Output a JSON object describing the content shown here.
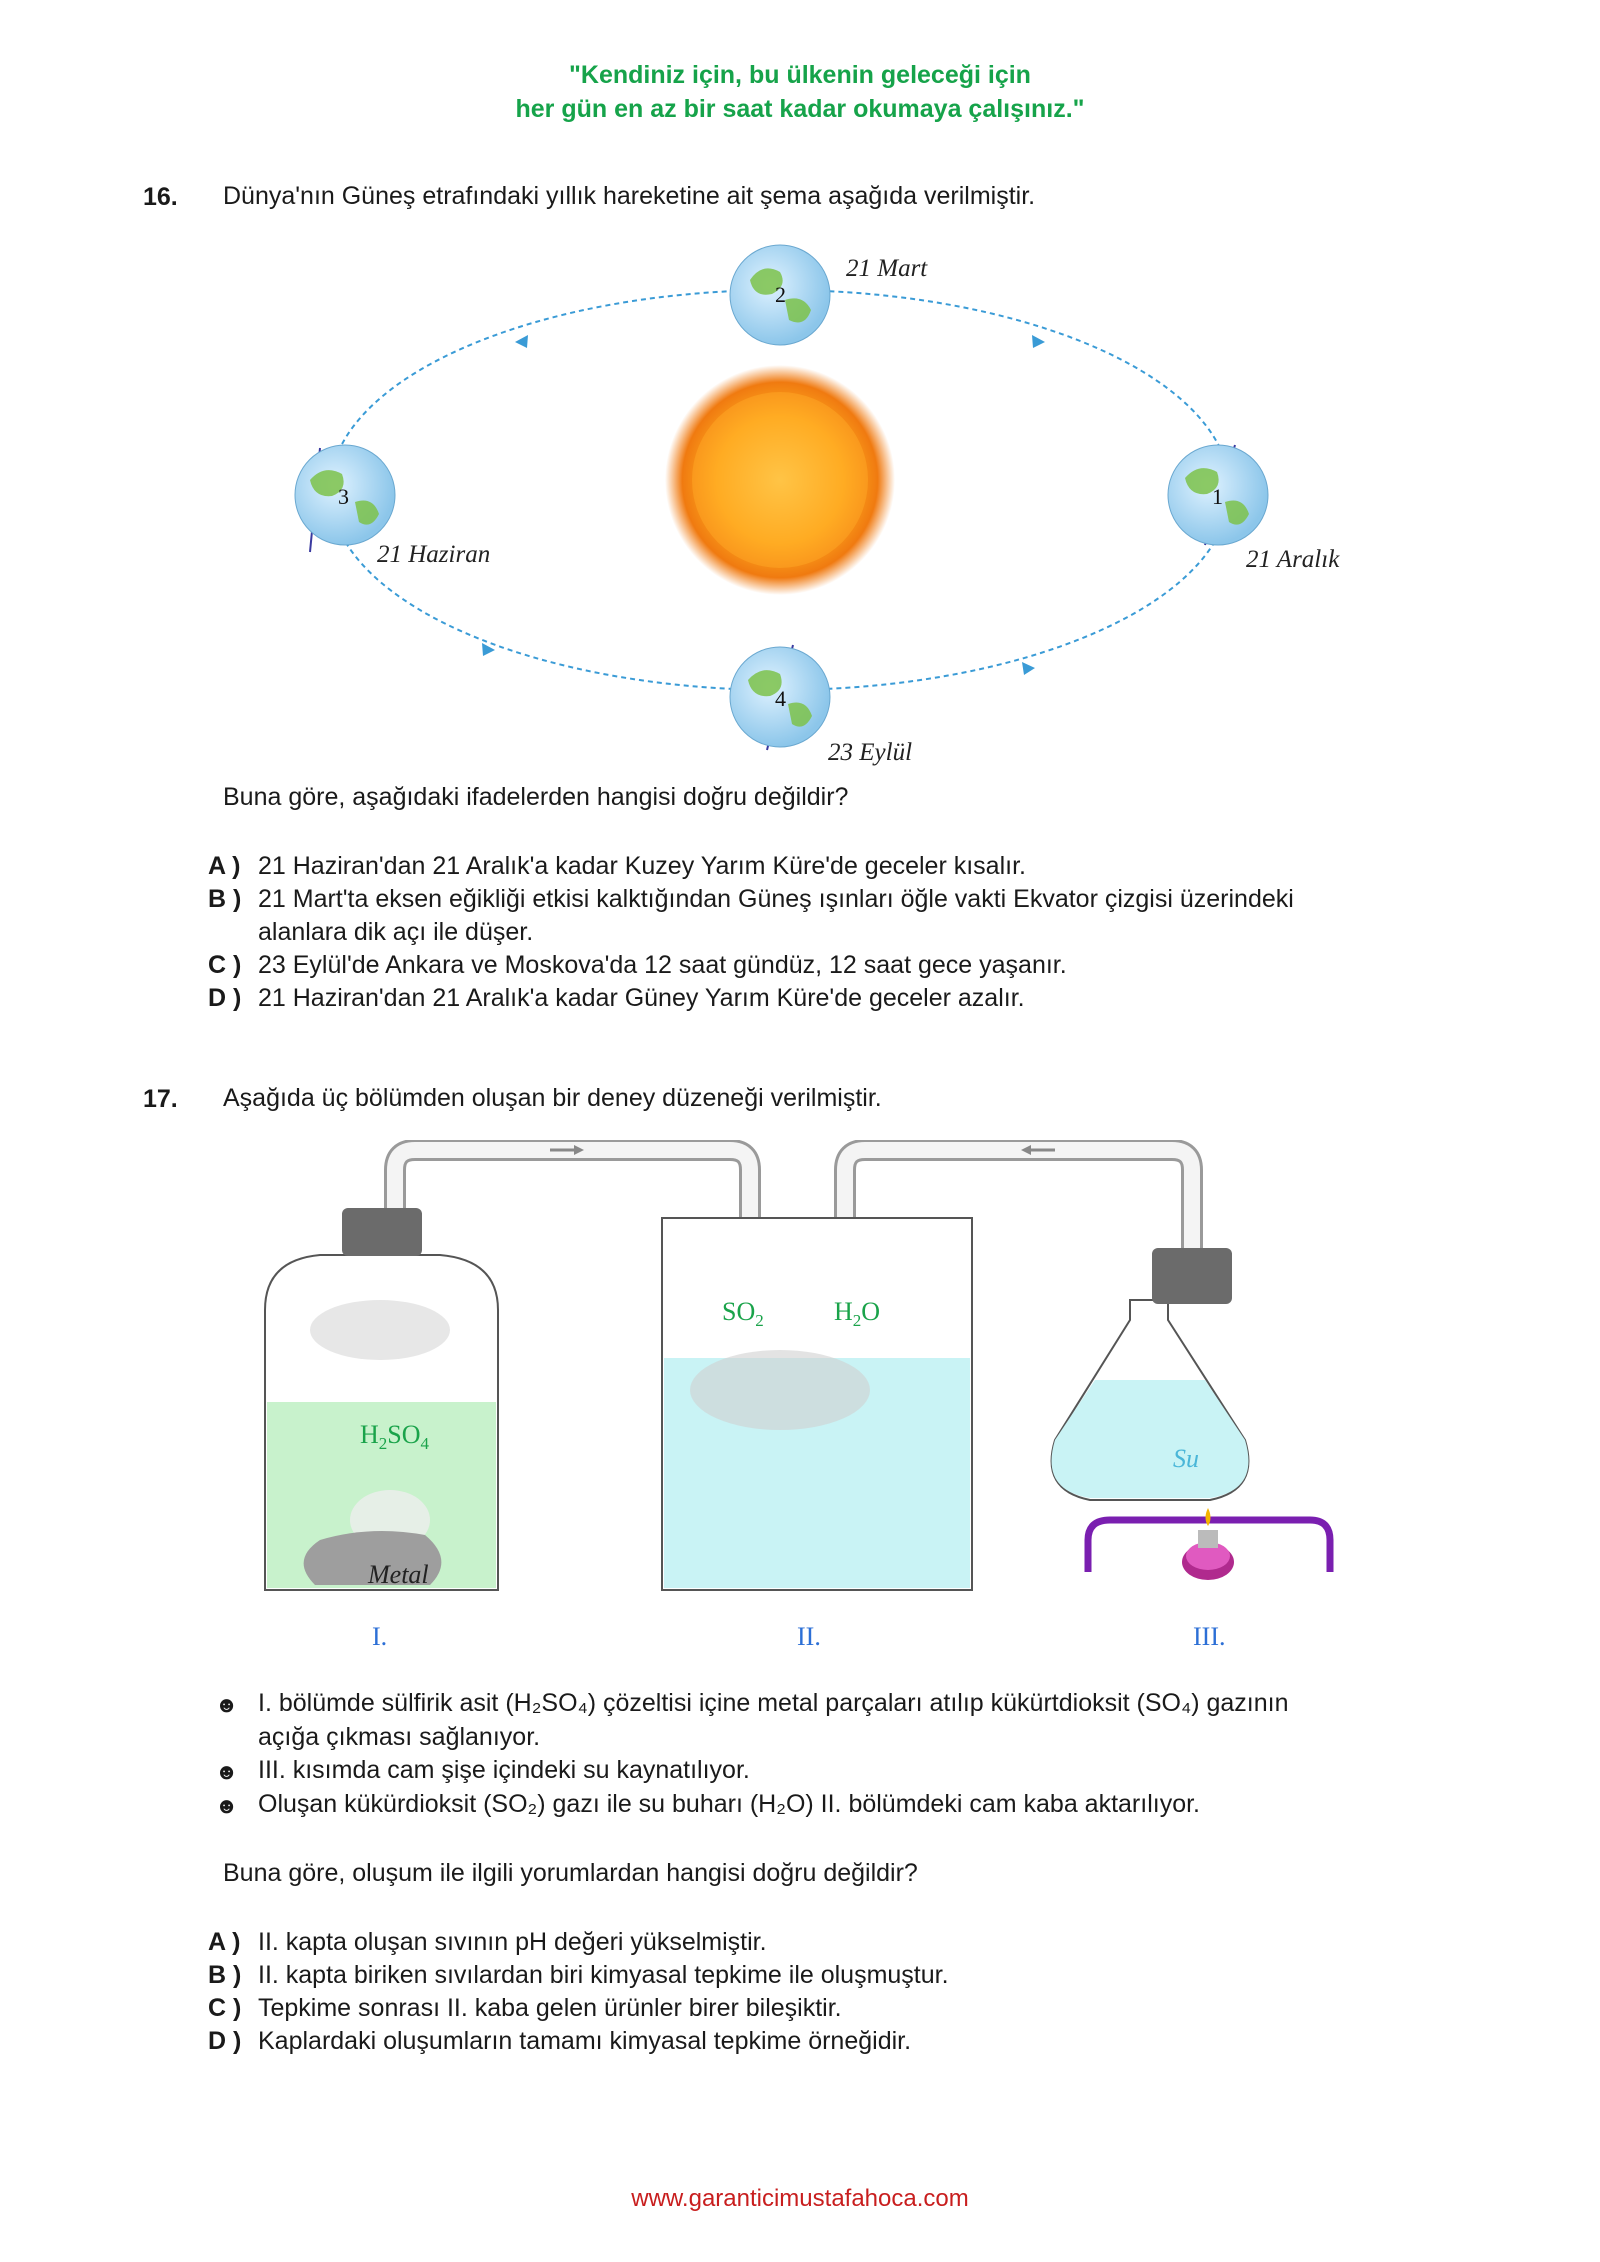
{
  "header": {
    "motto_line1": "\"Kendiniz için, bu ülkenin geleceği için",
    "motto_line2": "her gün en az bir saat kadar okumaya çalışınız.\""
  },
  "q16": {
    "number": "16.",
    "stem": "Dünya'nın Güneş etrafındaki yıllık hareketine ait şema aşağıda verilmiştir.",
    "diagram": {
      "pos1_num": "1",
      "pos1_date": "21 Aralık",
      "pos2_num": "2",
      "pos2_date": "21 Mart",
      "pos3_num": "3",
      "pos3_date": "21 Haziran",
      "pos4_num": "4",
      "pos4_date": "23 Eylül"
    },
    "question": "Buna göre, aşağıdaki ifadelerden hangisi doğru değildir?",
    "options": [
      {
        "letter": "A )",
        "text": "21 Haziran'dan 21 Aralık'a kadar Kuzey Yarım Küre'de geceler kısalır."
      },
      {
        "letter": "B )",
        "text": "21 Mart'ta eksen eğikliği etkisi kalktığından Güneş ışınları öğle vakti Ekvator çizgisi üzerindeki",
        "text2": "alanlara dik açı ile düşer."
      },
      {
        "letter": "C )",
        "text": "23 Eylül'de Ankara ve Moskova'da 12 saat gündüz, 12 saat gece yaşanır."
      },
      {
        "letter": "D )",
        "text": "21 Haziran'dan 21 Aralık'a kadar Güney Yarım Küre'de geceler azalır."
      }
    ]
  },
  "q17": {
    "number": "17.",
    "stem": "Aşağıda üç bölümden oluşan bir deney düzeneği verilmiştir.",
    "diagram": {
      "h2so4": "H2SO4",
      "metal": "Metal",
      "so2": "SO2",
      "h2o": "H2O",
      "su": "Su",
      "label1": "I.",
      "label2": "II.",
      "label3": "III."
    },
    "bullets": [
      "I. bölümde sülfirik asit (H₂SO₄) çözeltisi içine metal parçaları atılıp kükürtdioksit (SO₄) gazının",
      "açığa çıkması sağlanıyor.",
      "III. kısımda cam şişe içindeki su kaynatılıyor.",
      "Oluşan kükürdioksit (SO₂) gazı ile su buharı (H₂O) II. bölümdeki cam kaba aktarılıyor."
    ],
    "bullet_symbol": "☻",
    "question": "Buna göre, oluşum ile ilgili yorumlardan hangisi doğru değildir?",
    "options": [
      {
        "letter": "A )",
        "text": "II. kapta oluşan sıvının pH değeri yükselmiştir."
      },
      {
        "letter": "B )",
        "text": "II. kapta biriken sıvılardan biri kimyasal tepkime ile oluşmuştur."
      },
      {
        "letter": "C )",
        "text": "Tepkime sonrası II. kaba gelen ürünler birer bileşiktir."
      },
      {
        "letter": "D )",
        "text": "Kaplardaki oluşumların tamamı kimyasal tepkime örneğidir."
      }
    ]
  },
  "footer": {
    "url": "www.garanticimustafahoca.com"
  },
  "colors": {
    "motto": "#16a34a",
    "footer": "#c81e1e",
    "orbit": "#3a9bd6",
    "acid": "#c8f2cc",
    "water": "#c9f3f5"
  }
}
